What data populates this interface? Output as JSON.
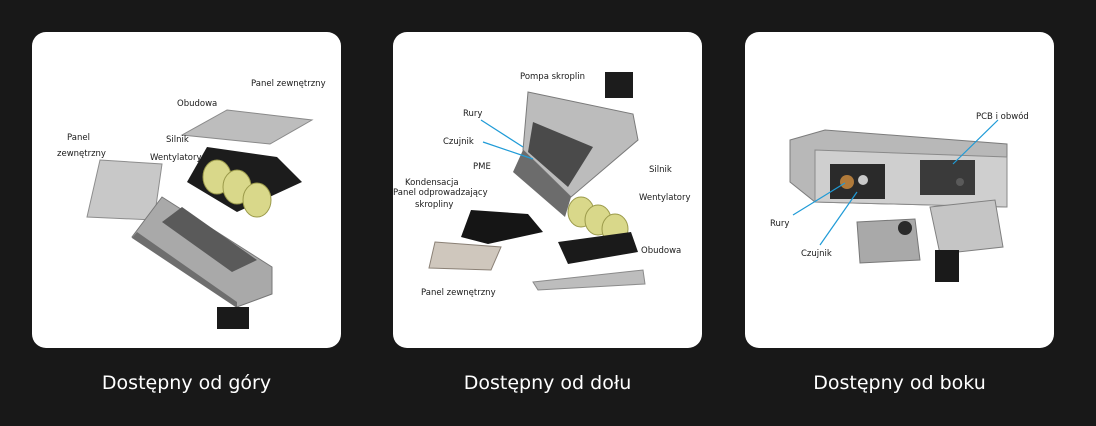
{
  "colors": {
    "background": "#181818",
    "card": "#ffffff",
    "leader_line": "#1f9bd7",
    "caption": "#ffffff"
  },
  "panels": [
    {
      "caption": "Dostępny od góry",
      "labels": {
        "panel_top": "Panel zewnętrzny",
        "obudowa": "Obudowa",
        "panel_left_1": "Panel",
        "panel_left_2": "zewnętrzny",
        "silnik": "Silnik",
        "wentylatory": "Wentylatory"
      }
    },
    {
      "caption": "Dostępny od dołu",
      "labels": {
        "pompa": "Pompa skroplin",
        "rury": "Rury",
        "czujnik": "Czujnik",
        "pme": "PME",
        "kondensacja_1": "Kondensacja",
        "kondensacja_2": "Panel odprowadzający",
        "kondensacja_3": "skropliny",
        "silnik": "Silnik",
        "wentylatory": "Wentylatory",
        "obudowa": "Obudowa",
        "panel": "Panel zewnętrzny"
      }
    },
    {
      "caption": "Dostępny od boku",
      "labels": {
        "pcb": "PCB i obwód",
        "rury": "Rury",
        "czujnik": "Czujnik"
      }
    }
  ]
}
